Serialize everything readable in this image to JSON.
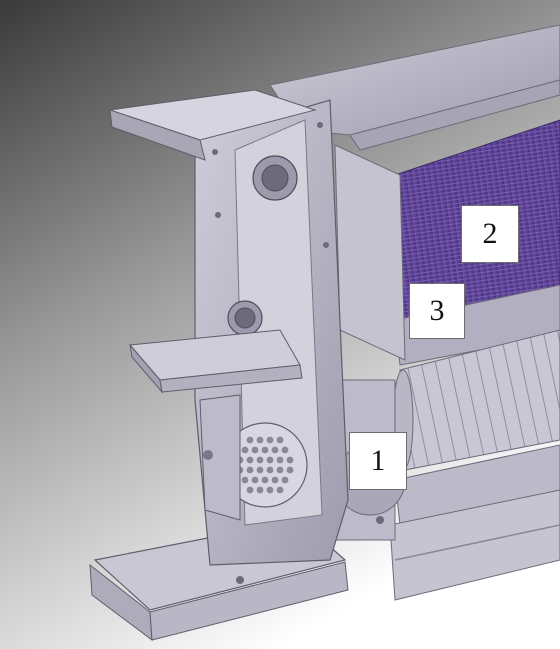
{
  "callouts": [
    {
      "id": "1",
      "label": "1"
    },
    {
      "id": "2",
      "label": "2"
    },
    {
      "id": "3",
      "label": "3"
    }
  ],
  "colors": {
    "background_top": "#3a3a3a",
    "background_bottom": "#ffffff",
    "coil": "#5a3e8e",
    "metal": "#b8b6c4",
    "metal_dark": "#8e8c9c"
  }
}
